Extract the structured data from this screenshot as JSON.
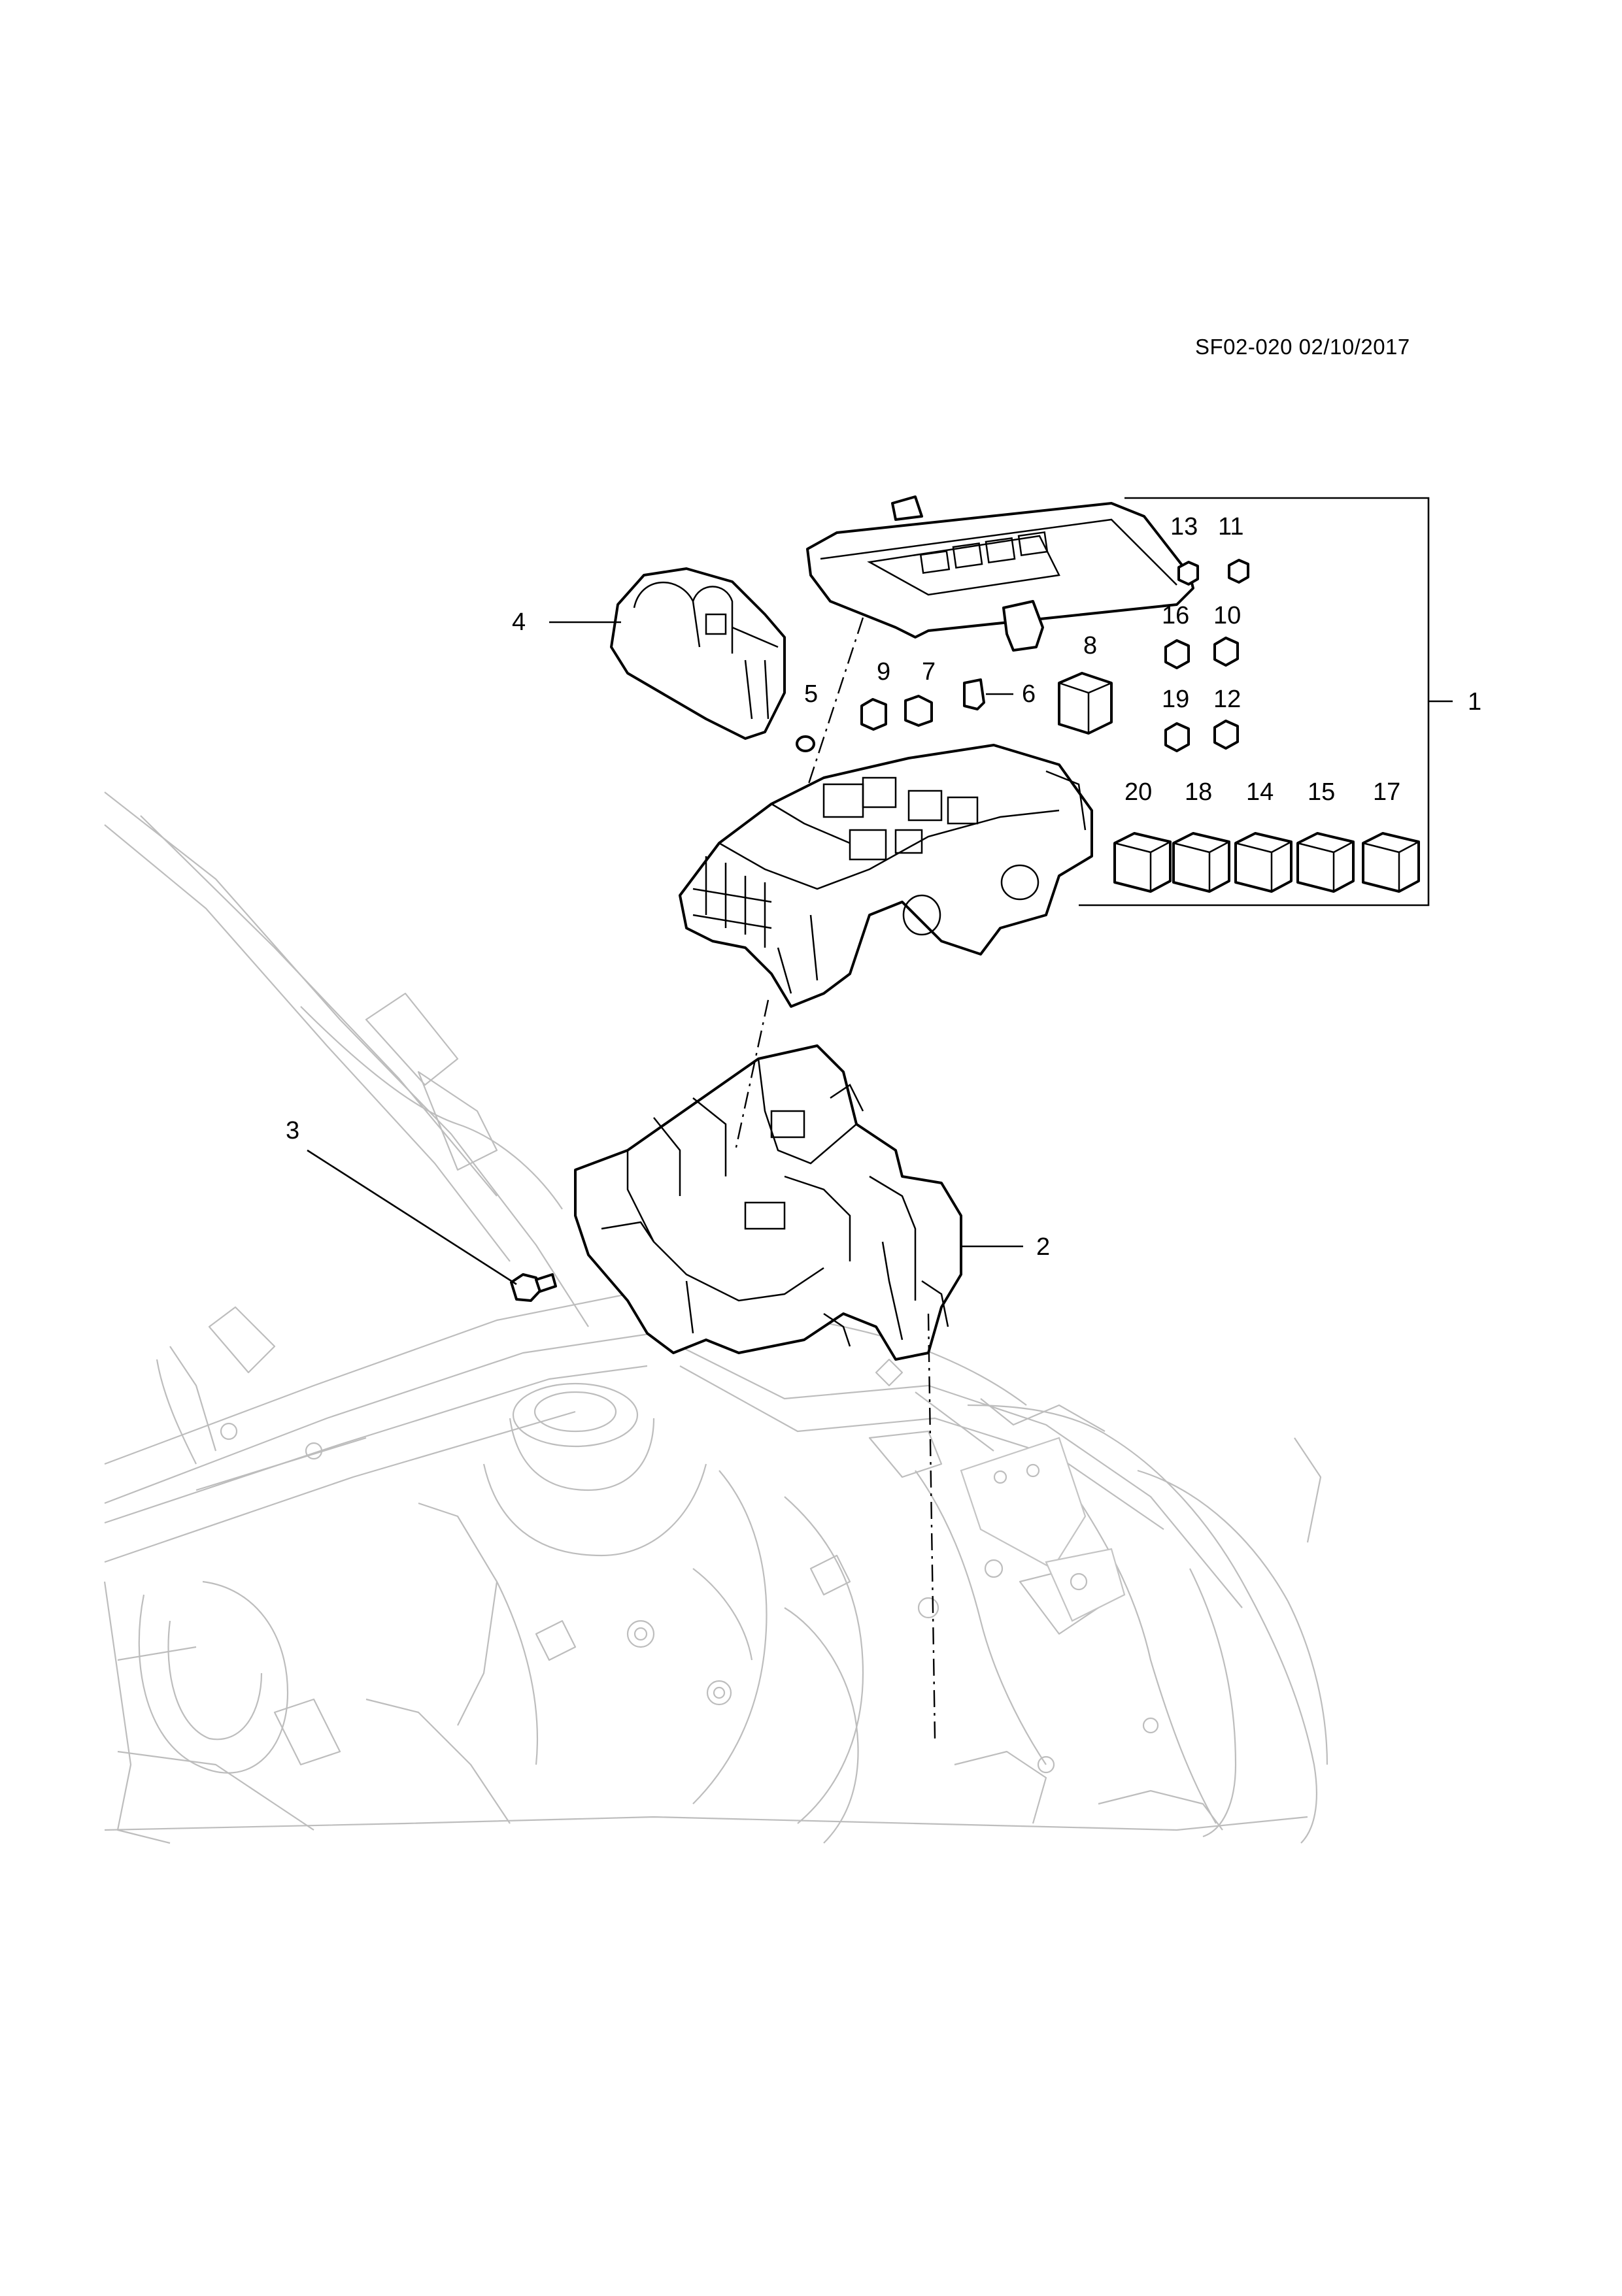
{
  "document": {
    "reference": "SF02-020 02/10/2017"
  },
  "callouts": {
    "c1": "1",
    "c2": "2",
    "c3": "3",
    "c4": "4",
    "c5": "5",
    "c6": "6",
    "c7": "7",
    "c8": "8",
    "c9": "9",
    "c10": "10",
    "c11": "11",
    "c12": "12",
    "c13": "13",
    "c14": "14",
    "c15": "15",
    "c16": "16",
    "c17": "17",
    "c18": "18",
    "c19": "19",
    "c20": "20"
  }
}
